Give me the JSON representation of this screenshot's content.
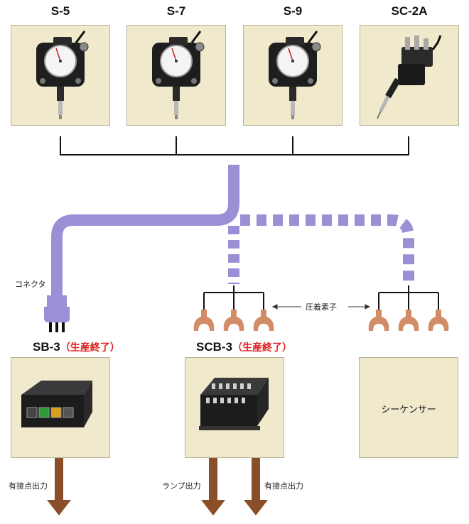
{
  "colors": {
    "cable": "#9c8fd6",
    "panel_bg": "#f1e9cc",
    "terminal": "#d28c66",
    "arrow": "#8a4f28",
    "accent_red": "#e01e1e"
  },
  "sensors": [
    {
      "title": "S-5",
      "type": "dial-indicator"
    },
    {
      "title": "S-7",
      "type": "dial-indicator"
    },
    {
      "title": "S-9",
      "type": "dial-indicator"
    },
    {
      "title": "SC-2A",
      "type": "contact-probe"
    }
  ],
  "labels": {
    "connector": "コネクタ",
    "crimp_terminal": "圧着素子"
  },
  "units": [
    {
      "name": "SB-3",
      "status": "（生産終了）"
    },
    {
      "name": "SCB-3",
      "status": "（生産終了）"
    },
    {
      "name": "シーケンサー",
      "status": ""
    }
  ],
  "outputs": [
    {
      "label": "有接点出力"
    },
    {
      "label": "ランプ出力"
    },
    {
      "label": "有接点出力"
    }
  ]
}
